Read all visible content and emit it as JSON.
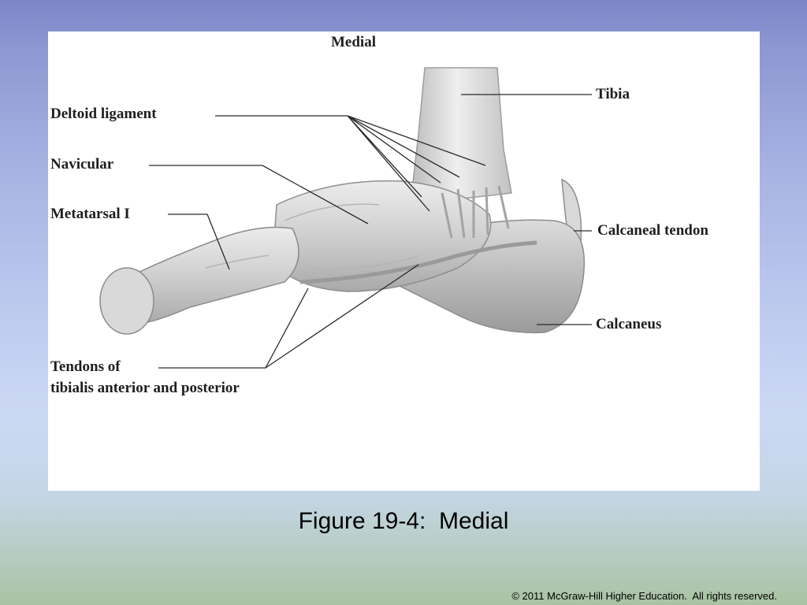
{
  "figure": {
    "heading": "Medial",
    "labels": {
      "tibia": "Tibia",
      "deltoid_ligament": "Deltoid ligament",
      "navicular": "Navicular",
      "metatarsal_1": "Metatarsal I",
      "calcaneal_tendon": "Calcaneal tendon",
      "calcaneus": "Calcaneus",
      "tendons_line1": "Tendons of",
      "tendons_line2": "tibialis anterior and posterior"
    }
  },
  "caption": "Figure 19-4:  Medial",
  "copyright": "© 2011 McGraw-Hill Higher Education.  All rights reserved."
}
